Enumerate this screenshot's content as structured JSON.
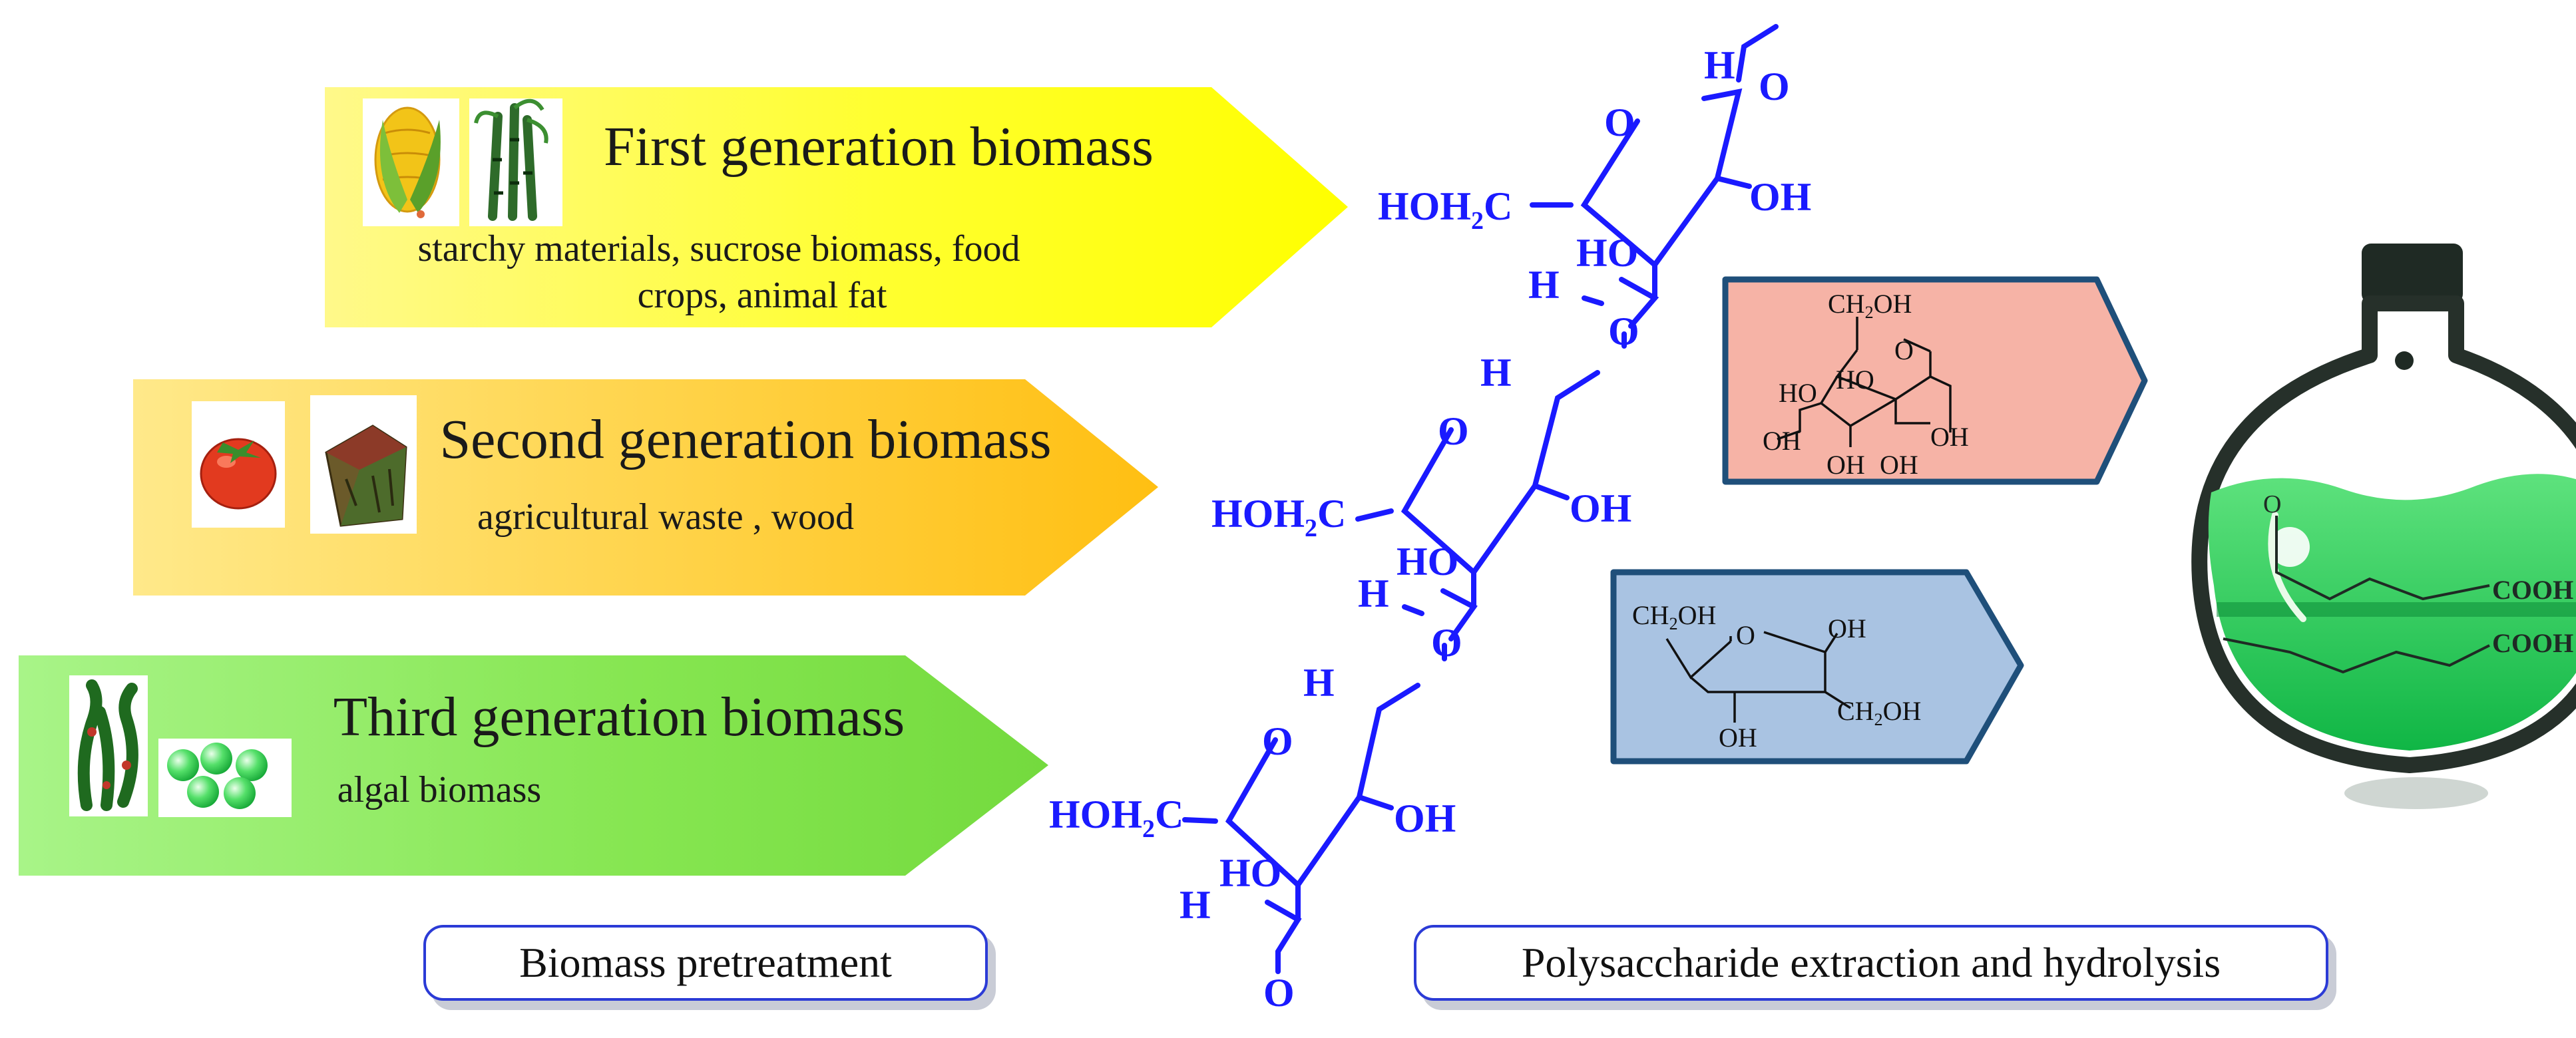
{
  "generations": [
    {
      "title": "First generation biomass",
      "desc_line1": "starchy materials, sucrose biomass, food",
      "desc_line2": "crops, animal fat",
      "icons": [
        "corn-icon",
        "sugarcane-icon"
      ]
    },
    {
      "title": "Second generation biomass",
      "desc_line1": "agricultural waste , wood",
      "desc_line2": "",
      "icons": [
        "tomato-icon",
        "wood-chip-icon"
      ]
    },
    {
      "title": "Third generation biomass",
      "desc_line1": "algal biomass",
      "desc_line2": "",
      "icons": [
        "seaweed-icon",
        "algae-cells-icon"
      ]
    }
  ],
  "polymer": {
    "hoh2c": "HOH",
    "sub2": "2",
    "c": "C",
    "oh": "OH",
    "ho": "HO",
    "h": "H",
    "o": "O"
  },
  "glucose": {
    "ch2oh": "CH",
    "sub2": "2",
    "oh_suffix": "OH",
    "ho": "HO",
    "oh": "OH",
    "o": "O"
  },
  "fructose": {
    "ch2oh": "CH",
    "sub2": "2",
    "oh_suffix": "OH",
    "oh": "OH",
    "o": "O"
  },
  "flask": {
    "o": "O",
    "cooh": "COOH"
  },
  "captions": {
    "pretreatment": "Biomass pretreatment",
    "extraction": "Polysaccharide extraction and hydrolysis"
  },
  "colors": {
    "gen1": "#ffff2e",
    "gen2": "#ffc52a",
    "gen3": "#7fe24b",
    "polymer": "#1a1aff",
    "glucose_fill": "#f6b3a6",
    "fructose_fill": "#a9c3e2",
    "liquid": "#1ed05a",
    "caption_border": "#2b3bd6"
  }
}
